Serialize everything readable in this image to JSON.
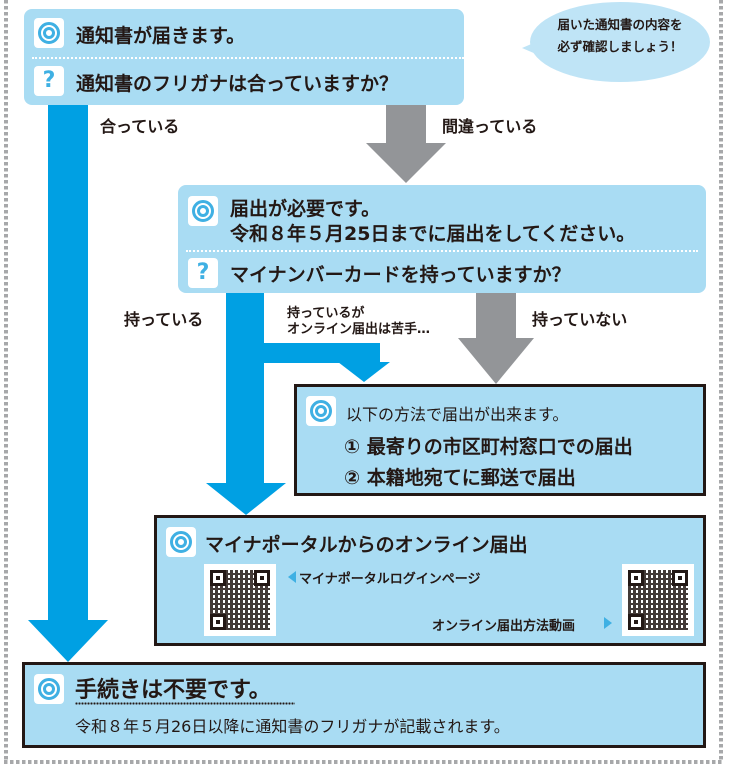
{
  "step1": {
    "title": "通知書が届きます。",
    "question": "通知書のフリガナは合っていますか？",
    "icons": [
      "double-circle-icon",
      "question-icon"
    ]
  },
  "bubble": {
    "line1": "届いた通知書の内容を",
    "line2": "必ず確認しましょう！"
  },
  "branch1": {
    "yes_label": "合っている",
    "no_label": "間違っている"
  },
  "step2": {
    "title_line1": "届出が必要です。",
    "title_line2": "令和８年５月25日までに届出をしてください。",
    "question": "マイナンバーカードを持っていますか？"
  },
  "branch2": {
    "has_label": "持っている",
    "has_but_line1": "持っているが",
    "has_but_line2": "オンライン届出は苦手…",
    "not_label": "持っていない"
  },
  "step3": {
    "intro": "以下の方法で届出が出来ます。",
    "option1": "① 最寄りの市区町村窓口での届出",
    "option2": "② 本籍地宛てに郵送で届出"
  },
  "step4": {
    "title": "マイナポータルからのオンライン届出",
    "login_link": "マイナポータルログインページ",
    "video_link": "オンライン届出方法動画"
  },
  "final": {
    "title": "手続きは不要です。",
    "note": "令和８年５月26日以降に通知書のフリガナが記載されます。"
  },
  "colors": {
    "box_fill": "#a9dcf3",
    "blue_arrow": "#00a0e3",
    "gray_arrow": "#939598",
    "icon_blue": "#3fb0e3",
    "text": "#231815"
  }
}
